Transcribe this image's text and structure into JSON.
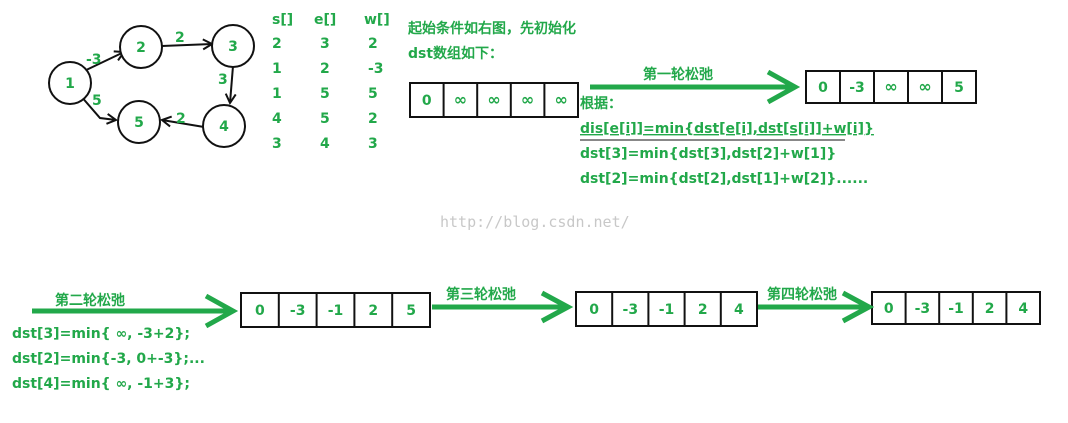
{
  "graph": {
    "nodes": [
      "1",
      "2",
      "3",
      "4",
      "5"
    ],
    "edges": [
      {
        "from": "1",
        "to": "2",
        "weight": "-3"
      },
      {
        "from": "2",
        "to": "3",
        "weight": "2"
      },
      {
        "from": "3",
        "to": "4",
        "weight": "3"
      },
      {
        "from": "4",
        "to": "5",
        "weight": "2"
      },
      {
        "from": "1",
        "to": "5",
        "weight": "5"
      }
    ]
  },
  "edge_table": {
    "headers": [
      "s[]",
      "e[]",
      "w[]"
    ],
    "rows": [
      [
        "2",
        "3",
        "2"
      ],
      [
        "1",
        "2",
        "-3"
      ],
      [
        "1",
        "5",
        "5"
      ],
      [
        "4",
        "5",
        "2"
      ],
      [
        "3",
        "4",
        "3"
      ]
    ]
  },
  "intro": {
    "line1": "起始条件如右图，先初始化",
    "line2": "dst数组如下："
  },
  "initial_array": [
    "0",
    "∞",
    "∞",
    "∞",
    "∞"
  ],
  "round1": {
    "label": "第一轮松弛",
    "array": [
      "0",
      "-3",
      "∞",
      "∞",
      "5"
    ]
  },
  "basis": {
    "label": "根据：",
    "formula_main": "dis[e[i]]=min{dst[e[i],dst[s[i]]+w[i]}",
    "formula_2": "dst[3]=min{dst[3],dst[2]+w[1]}",
    "formula_3": "dst[2]=min{dst[2],dst[1]+w[2]}......"
  },
  "watermark": "http://blog.csdn.net/",
  "round2": {
    "label": "第二轮松弛",
    "array": [
      "0",
      "-3",
      "-1",
      "2",
      "5"
    ],
    "notes": [
      "dst[3]=min{ ∞, -3+2};",
      "dst[2]=min{-3, 0+-3};...",
      "dst[4]=min{ ∞, -1+3};"
    ]
  },
  "round3": {
    "label": "第三轮松弛",
    "array": [
      "0",
      "-3",
      "-1",
      "2",
      "4"
    ]
  },
  "round4": {
    "label": "第四轮松弛",
    "array": [
      "0",
      "-3",
      "-1",
      "2",
      "4"
    ]
  },
  "colors": {
    "accent_green": "#22a84a",
    "outline": "#111111",
    "watermark": "#c8c8c8"
  }
}
